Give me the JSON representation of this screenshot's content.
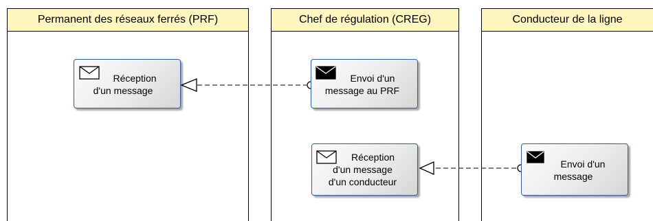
{
  "lanes": [
    {
      "title": "Permanent des réseaux ferrés (PRF)"
    },
    {
      "title": "Chef de régulation (CREG)"
    },
    {
      "title": "Conducteur de la ligne"
    }
  ],
  "tasks": {
    "prf_receive": {
      "line1": "Réception",
      "line2": "d'un message",
      "icon": "envelope-outline-icon"
    },
    "creg_send": {
      "line1": "Envoi d'un",
      "line2": "message au PRF",
      "icon": "envelope-filled-icon"
    },
    "creg_receive": {
      "line1": "Réception",
      "line2": "d'un message",
      "line3": "d'un conducteur",
      "icon": "envelope-outline-icon"
    },
    "driver_send": {
      "line1": "Envoi d'un",
      "line2": "message",
      "icon": "envelope-filled-icon"
    }
  },
  "colors": {
    "lane_header": "#fff5bf",
    "task_border": "#2d5f9e"
  }
}
